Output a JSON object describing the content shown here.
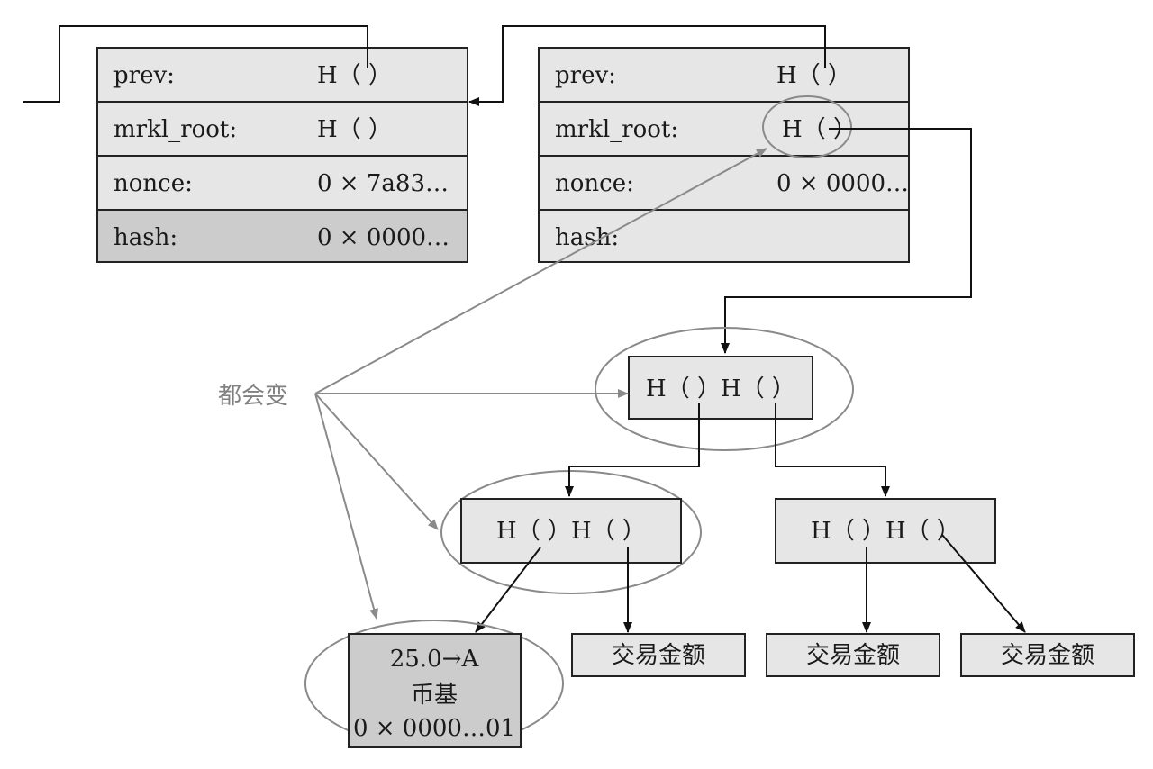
{
  "block1": {
    "prev_label": "prev:",
    "prev_value": "H（ ）",
    "mrkl_label": "mrkl_root:",
    "mrkl_value": "H（ ）",
    "nonce_label": "nonce:",
    "nonce_value": "0 × 7a83…",
    "hash_label": "hash:",
    "hash_value": "0 × 0000…"
  },
  "block2": {
    "prev_label": "prev:",
    "prev_value": "H（ ）",
    "mrkl_label": "mrkl_root:",
    "mrkl_value": "H（ ）",
    "nonce_label": "nonce:",
    "nonce_value": "0 × 0000…",
    "hash_label": "hash:",
    "hash_value": ""
  },
  "annotation": "都会变",
  "merkle": {
    "root": "H（ ）H（ ）",
    "left": "H（ ）H（ ）",
    "right": "H（ ）H（ ）"
  },
  "coinbase": {
    "line1": "25.0→A",
    "line2": "币基",
    "line3": "0 × 0000…01"
  },
  "tx_labels": [
    "交易金额",
    "交易金额",
    "交易金额"
  ],
  "colors": {
    "light_fill": "#e6e6e6",
    "dark_fill": "#cccccc",
    "arrow_gray": "#8a8a8a"
  }
}
